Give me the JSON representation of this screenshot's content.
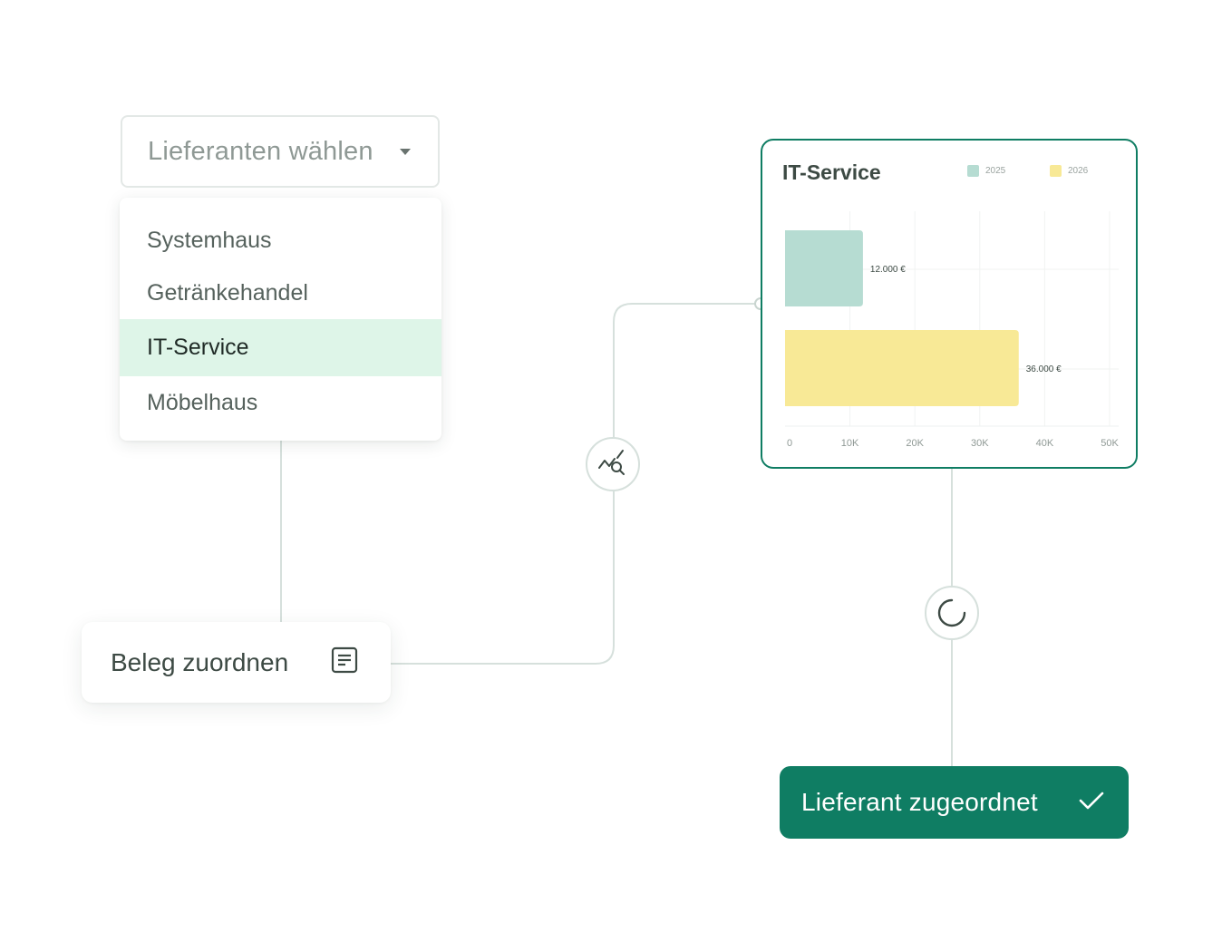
{
  "supplier_select": {
    "placeholder": "Lieferanten wählen",
    "options": [
      {
        "label": "Systemhaus",
        "selected": false
      },
      {
        "label": "Getränkehandel",
        "selected": false
      },
      {
        "label": "IT-Service",
        "selected": true
      },
      {
        "label": "Möbelhaus",
        "selected": false
      }
    ]
  },
  "beleg_card": {
    "label": "Beleg zuordnen",
    "icon": "document-icon"
  },
  "analysis_node": {
    "icon": "chart-search-icon"
  },
  "loading_node": {
    "icon": "spinner-icon"
  },
  "chart_data": {
    "type": "bar",
    "orientation": "horizontal",
    "title": "IT-Service",
    "series": [
      {
        "name": "2025",
        "value": 12000,
        "label": "12.000 €",
        "color": "#b6dcd2"
      },
      {
        "name": "2026",
        "value": 36000,
        "label": "36.000 €",
        "color": "#f8e996"
      }
    ],
    "xlim": [
      0,
      50000
    ],
    "xticks": [
      "0",
      "10K",
      "20K",
      "30K",
      "40K",
      "50K"
    ],
    "grid": true,
    "legend": "top-right"
  },
  "success_badge": {
    "label": "Lieferant zugeordnet",
    "icon": "check-icon"
  },
  "colors": {
    "accent": "#0f7d63",
    "selected_bg": "#def5e8",
    "connector": "#d6e0dc"
  }
}
